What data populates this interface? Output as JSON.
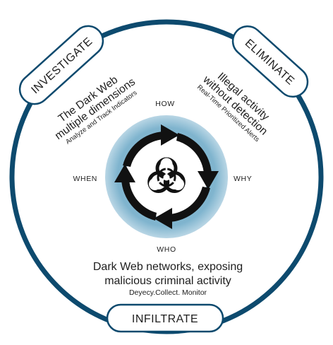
{
  "colors": {
    "ring": "#0d4a6e",
    "inner_circle": "#7fb4ce",
    "inner_circle_edge": "#b9d6e5",
    "core": "#ffffff",
    "icon": "#111111"
  },
  "stages": {
    "investigate": "INVESTIGATE",
    "eliminate": "ELIMINATE",
    "infiltrate": "INFILTRATE"
  },
  "directions": {
    "how": "HOW",
    "why": "WHY",
    "who": "WHO",
    "when": "WHEN"
  },
  "investigate_text": {
    "line1": "The Dark Web",
    "line2": "multiple dimensions",
    "sub": "Analyze and Track Indicators"
  },
  "eliminate_text": {
    "line1": "Illegal activity",
    "line2": "without detection",
    "sub": "Real-Time Prioritized Alerts"
  },
  "infiltrate_text": {
    "line1": "Dark Web networks, exposing",
    "line2": "malicious criminal activity",
    "sub": "Deyecy.Collect. Monitor"
  },
  "center_icon": "biohazard-icon"
}
